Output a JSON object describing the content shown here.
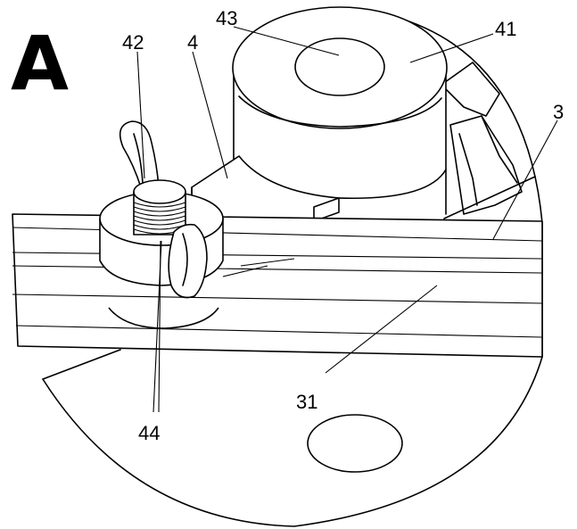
{
  "figure": {
    "view_letter": "A",
    "labels": {
      "l43": "43",
      "l42": "42",
      "l4": "4",
      "l41": "41",
      "l3": "3",
      "l31": "31",
      "l44": "44"
    }
  }
}
